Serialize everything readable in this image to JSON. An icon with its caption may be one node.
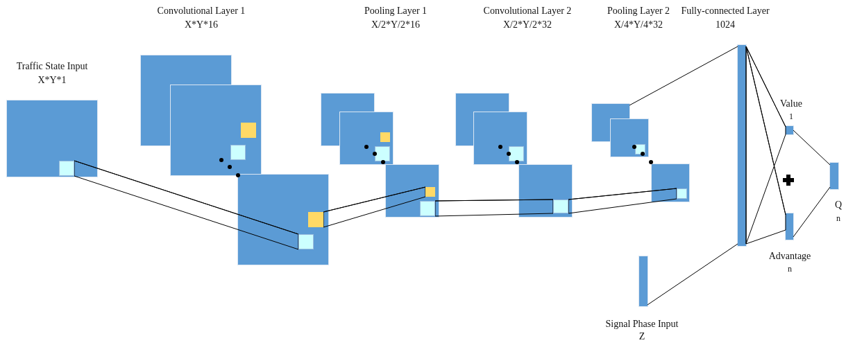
{
  "diagram": {
    "nodes": [
      {
        "text": [
          "Traffic State Input",
          "X*Y*1"
        ]
      },
      {
        "text": [
          "Convolutional Layer 1",
          "X*Y*16"
        ]
      },
      {
        "text": [
          "Pooling Layer 1",
          "X/2*Y/2*16"
        ]
      },
      {
        "text": [
          "Convolutional Layer 2",
          "X/2*Y/2*32"
        ]
      },
      {
        "text": [
          "Pooling Layer 2",
          "X/4*Y/4*32"
        ]
      },
      {
        "text": [
          "Fully-connected Layer",
          "1024"
        ]
      },
      {
        "text": [
          "Value",
          "1"
        ]
      },
      {
        "text": [
          "Advantage",
          "n"
        ]
      },
      {
        "text": [
          "Q",
          "n"
        ]
      },
      {
        "text": [
          "Signal Phase Input",
          "Z"
        ]
      }
    ],
    "edges": [
      {
        "from": 0,
        "to": 1,
        "arrow": "none"
      },
      {
        "from": 1,
        "to": 2,
        "arrow": "none"
      },
      {
        "from": 2,
        "to": 3,
        "arrow": "none"
      },
      {
        "from": 3,
        "to": 4,
        "arrow": "none"
      },
      {
        "from": 4,
        "to": 5,
        "arrow": "none"
      },
      {
        "from": 5,
        "to": 6,
        "arrow": "none"
      },
      {
        "from": 5,
        "to": 7,
        "arrow": "none"
      },
      {
        "from": 6,
        "to": 8,
        "arrow": "none"
      },
      {
        "from": 7,
        "to": 8,
        "arrow": "none"
      },
      {
        "from": 9,
        "to": 5,
        "arrow": "none"
      }
    ]
  }
}
